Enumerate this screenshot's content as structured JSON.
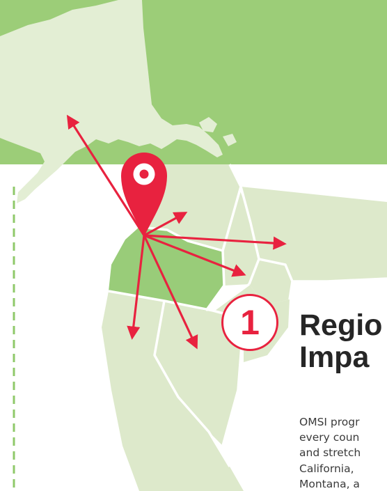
{
  "colors": {
    "top_band": "#9ccd78",
    "land_light": "#e3eed4",
    "state_fill": "#dde9cb",
    "oregon_fill": "#99cc79",
    "borders": "#ffffff",
    "accent_red": "#e8223f",
    "dashed_line": "#8fc96a",
    "heading": "#262626",
    "body_text": "#3a3a3a"
  },
  "icons": {
    "pin": "map-pin-icon",
    "arrows": "arrow-icon"
  },
  "section": {
    "number": "1",
    "heading_lines": [
      "Regio",
      "Impa"
    ],
    "body_lines": [
      "OMSI progr",
      "every coun",
      "and stretch",
      "California, ",
      "Montana, a"
    ]
  }
}
